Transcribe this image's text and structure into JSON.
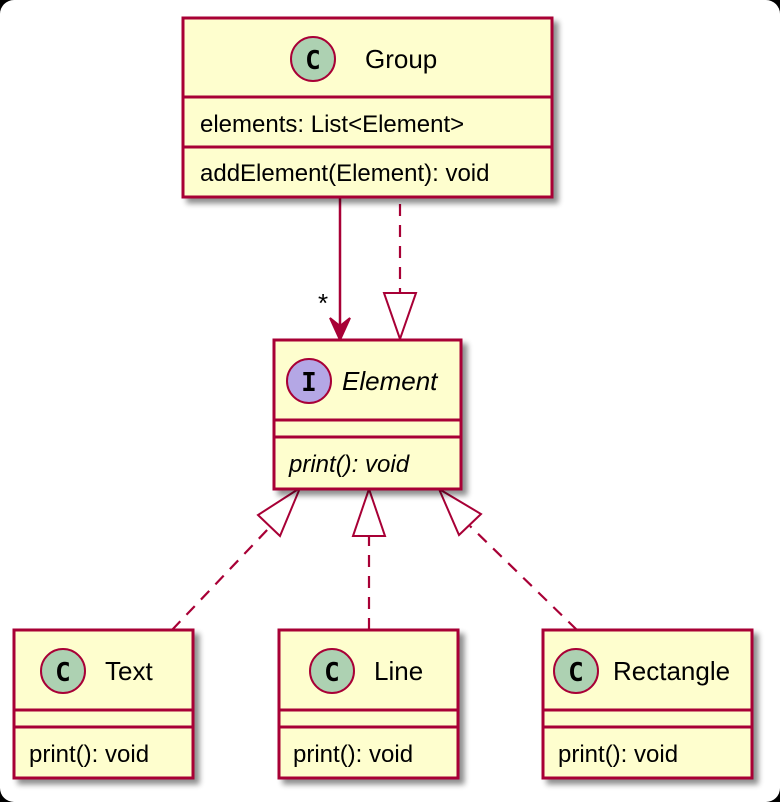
{
  "diagram": {
    "colors": {
      "background": "#ffffff",
      "class_fill": "#fefece",
      "border": "#a80036",
      "class_badge": "#add1b2",
      "interface_badge": "#b4a7e5"
    },
    "classes": {
      "group": {
        "badge": "C",
        "name": "Group",
        "attributes": [
          "elements: List<Element>"
        ],
        "methods": [
          "addElement(Element): void"
        ]
      },
      "element": {
        "badge": "I",
        "name": "Element",
        "methods": [
          "print(): void"
        ]
      },
      "text": {
        "badge": "C",
        "name": "Text",
        "methods": [
          "print(): void"
        ]
      },
      "line": {
        "badge": "C",
        "name": "Line",
        "methods": [
          "print(): void"
        ]
      },
      "rectangle": {
        "badge": "C",
        "name": "Rectangle",
        "methods": [
          "print(): void"
        ]
      }
    },
    "relations": {
      "group_element_multiplicity": "*"
    }
  }
}
